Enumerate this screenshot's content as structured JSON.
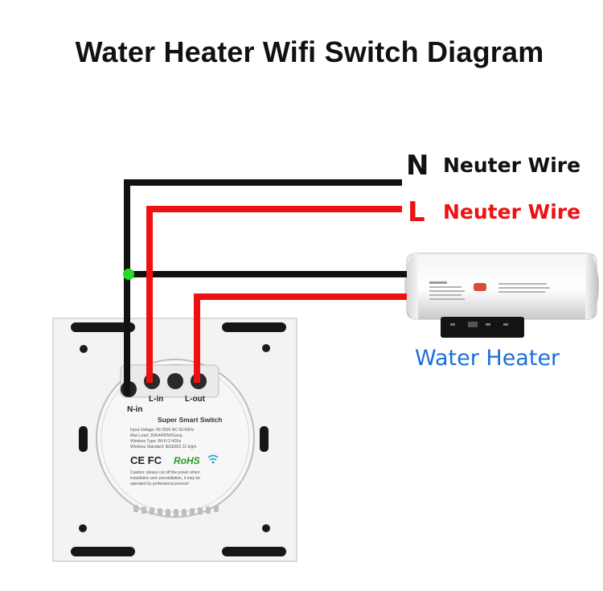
{
  "title": "Water Heater Wifi Switch Diagram",
  "wires": {
    "n_letter": "N",
    "n_label": "Neuter Wire",
    "l_letter": "L",
    "l_label": "Neuter Wire"
  },
  "heater": {
    "label": "Water Heater"
  },
  "switch": {
    "terminal_n": "N-in",
    "terminal_lin": "L-in",
    "terminal_lout": "L-out",
    "name": "Super Smart Switch",
    "specs": [
      "Input Voltage: 90-250V AC 50-60Hz",
      "Max.Load: 20A/4400W/Gang",
      "Wireless Type: Wi-Fi 2.4Ghz",
      "Wireless Standard: IEEE802.11 b/g/n"
    ],
    "certs": "CE FC",
    "rohs": "RoHS",
    "caution": [
      "Caution: please cut off the power when",
      "installation and uninstallation, it may be",
      "operated by professional person!"
    ]
  },
  "colors": {
    "neutral_wire": "#111111",
    "live_wire": "#ee1111",
    "junction": "#22dd22",
    "heater_label": "#1d6fd6"
  }
}
